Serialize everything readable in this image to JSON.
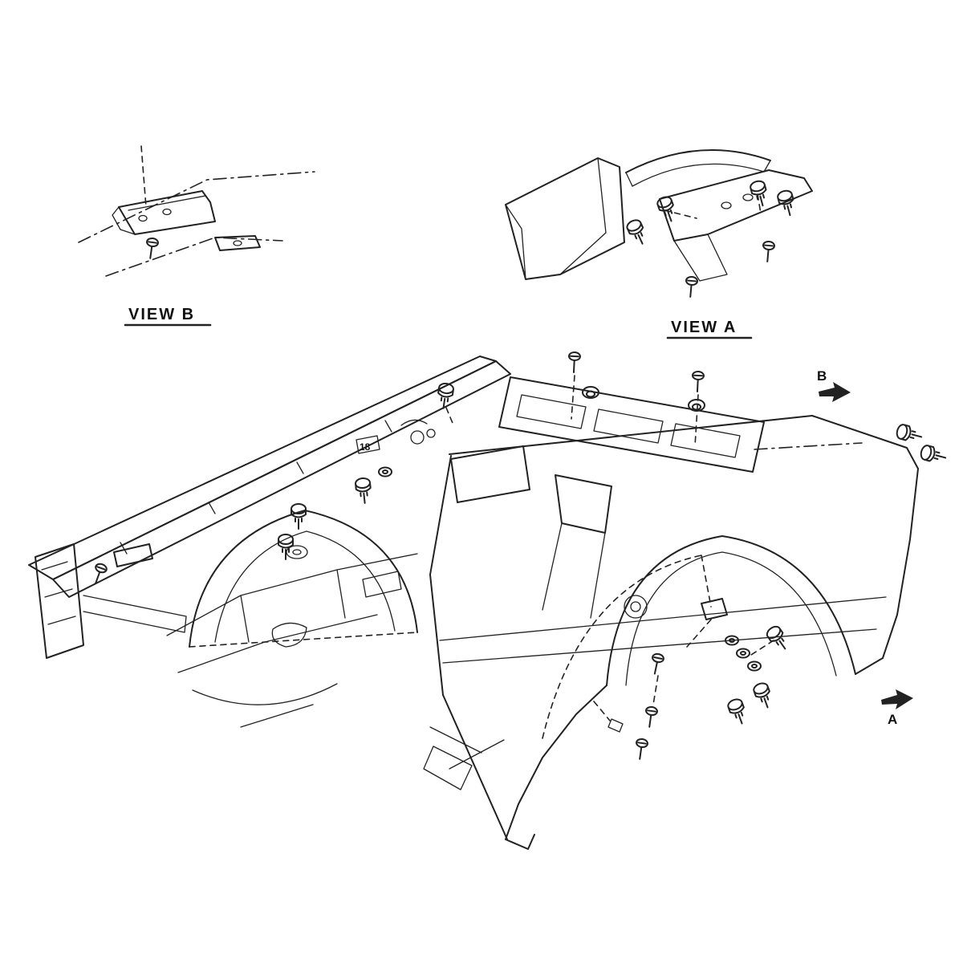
{
  "canvas": {
    "background": "#ffffff",
    "ink": "#222222"
  },
  "views": {
    "view_b": {
      "label": "VIEW B"
    },
    "view_a": {
      "label": "VIEW A"
    }
  },
  "callouts": {
    "arrow_b": "B",
    "arrow_a": "A"
  },
  "part_markings": {
    "cowl_bracket": "18"
  }
}
